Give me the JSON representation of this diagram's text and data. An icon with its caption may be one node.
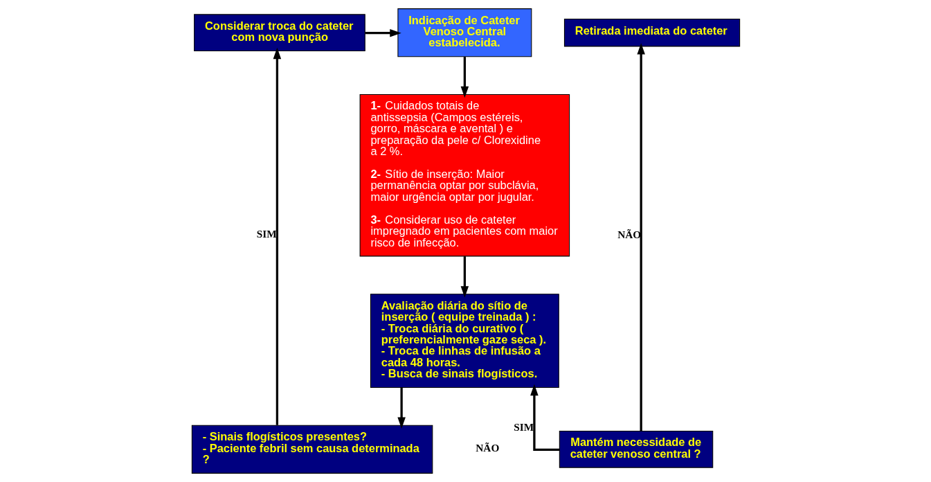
{
  "diagram": {
    "nodes": [
      {
        "text": [
          "Indicação de Cateter Venoso Central estabelecida."
        ]
      },
      {
        "text": [
          "**1-** Cuidados totais de antissepsia (Campos estéreis, gorro, máscara e avental ) e preparação da pele c/ Clorexidine a 2 %.",
          "**2-** Sítio de inserção: Maior permanência optar por subclávia, maior urgência optar por jugular.",
          "**3-** Considerar uso de cateter impregnado em pacientes com maior risco de infecção."
        ]
      },
      {
        "text": [
          "Avaliação diária do sítio de inserção ( equipe treinada ) :",
          "- Troca diária do curativo ( preferencialmente gaze seca ).",
          "- Troca de linhas de infusão a cada 48 horas.",
          "- Busca de sinais flogísticos."
        ]
      },
      {
        "text": [
          "- Sinais flogísticos presentes?",
          "- Paciente febril sem causa determinada ?"
        ]
      },
      {
        "text": [
          "Considerar troca do cateter com nova punção"
        ]
      },
      {
        "text": [
          "Mantém necessidade de cateter venoso central ?"
        ]
      },
      {
        "text": [
          "Retirada imediata do cateter"
        ]
      }
    ],
    "edges": [
      {
        "from": 0,
        "to": 1,
        "arrow": "to"
      },
      {
        "from": 1,
        "to": 2,
        "arrow": "to"
      },
      {
        "from": 2,
        "to": 3,
        "arrow": "to"
      },
      {
        "from": 3,
        "to": 4,
        "arrow": "to",
        "label": "SIM"
      },
      {
        "from": 4,
        "to": 0,
        "arrow": "to"
      },
      {
        "from": 5,
        "to": 6,
        "arrow": "to",
        "label": "NÃO"
      },
      {
        "from": 5,
        "to": 2,
        "arrow": "to",
        "label": "SIM"
      }
    ],
    "labels": [
      "NÃO"
    ]
  }
}
